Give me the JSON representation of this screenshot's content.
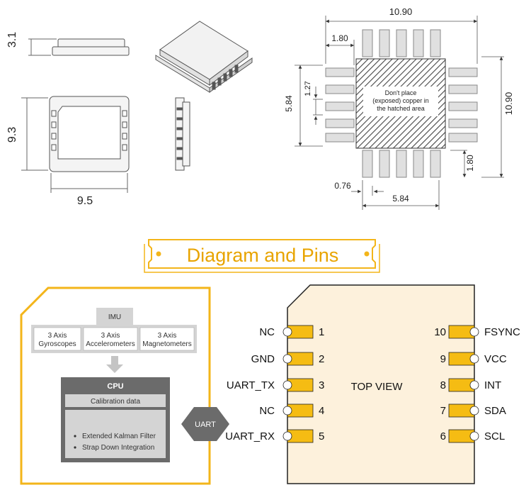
{
  "mechanical": {
    "dims_left": {
      "height": "3.1",
      "width": "9.3",
      "depth": "9.5"
    },
    "footprint": {
      "width_total": "10.90",
      "height_total": "10.90",
      "pad_length_top": "1.80",
      "pad_length_bottom": "1.80",
      "pitch": "1.27",
      "pad_span_vertical": "5.84",
      "pad_span_horizontal": "5.84",
      "pad_width": "0.76",
      "note": "Don't place\n(exposed) copper in\nthe hatched area"
    }
  },
  "banner": {
    "title": "Diagram and Pins"
  },
  "block_diagram": {
    "imu_label": "IMU",
    "sensors": [
      {
        "line1": "3 Axis",
        "line2": "Gyroscopes"
      },
      {
        "line1": "3 Axis",
        "line2": "Accelerometers"
      },
      {
        "line1": "3 Axis",
        "line2": "Magnetometers"
      }
    ],
    "cpu_label": "CPU",
    "calibration": "Calibration data",
    "algorithms": [
      "Extended Kalman Filter",
      "Strap Down Integration"
    ],
    "uart_label": "UART"
  },
  "pinout": {
    "center_label": "TOP VIEW",
    "left_pins": [
      {
        "number": "1",
        "name": "NC"
      },
      {
        "number": "2",
        "name": "GND"
      },
      {
        "number": "3",
        "name": "UART_TX"
      },
      {
        "number": "4",
        "name": "NC"
      },
      {
        "number": "5",
        "name": "UART_RX"
      }
    ],
    "right_pins": [
      {
        "number": "10",
        "name": "FSYNC"
      },
      {
        "number": "9",
        "name": "VCC"
      },
      {
        "number": "8",
        "name": "INT"
      },
      {
        "number": "7",
        "name": "SDA"
      },
      {
        "number": "6",
        "name": "SCL"
      }
    ]
  },
  "colors": {
    "accent": "#f3b51a",
    "banner_text": "#e8a400",
    "chip_body": "#fdf1dc",
    "pad": "#f5bc13",
    "gray_dark": "#6b6b6b",
    "gray_light": "#d4d4d4"
  }
}
